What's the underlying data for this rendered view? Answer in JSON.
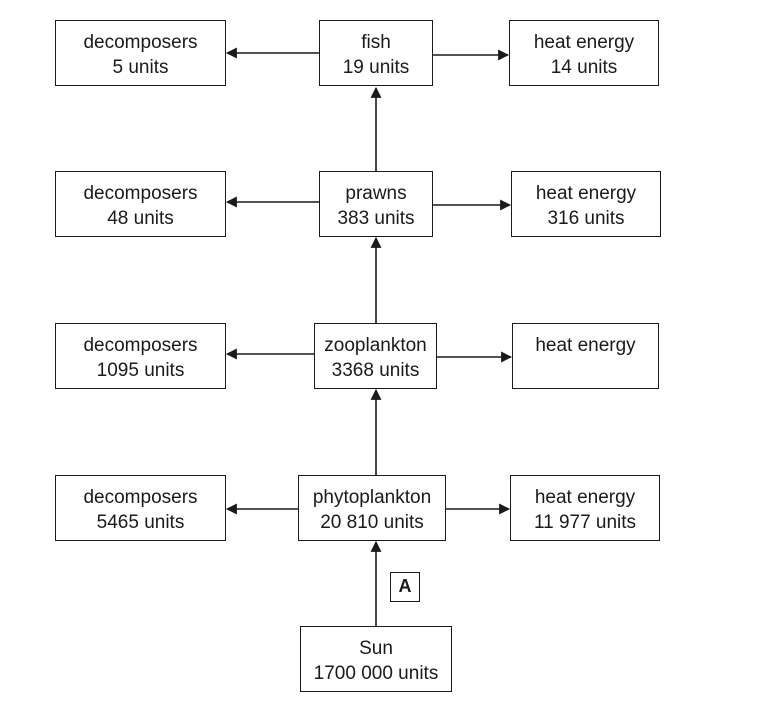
{
  "levels": [
    {
      "center": {
        "name": "fish",
        "energy": "19 units"
      },
      "left": {
        "name": "decomposers",
        "energy": "5 units"
      },
      "right": {
        "name": "heat energy",
        "energy": "14 units"
      }
    },
    {
      "center": {
        "name": "prawns",
        "energy": "383 units"
      },
      "left": {
        "name": "decomposers",
        "energy": "48 units"
      },
      "right": {
        "name": "heat energy",
        "energy": "316 units"
      }
    },
    {
      "center": {
        "name": "zooplankton",
        "energy": "3368 units"
      },
      "left": {
        "name": "decomposers",
        "energy": "1095 units"
      },
      "right": {
        "name": "heat energy",
        "energy": ""
      }
    },
    {
      "center": {
        "name": "phytoplankton",
        "energy": "20 810 units"
      },
      "left": {
        "name": "decomposers",
        "energy": "5465 units"
      },
      "right": {
        "name": "heat energy",
        "energy": "11 977 units"
      }
    }
  ],
  "source": {
    "name": "Sun",
    "energy": "1700 000 units"
  },
  "label_a": "A"
}
